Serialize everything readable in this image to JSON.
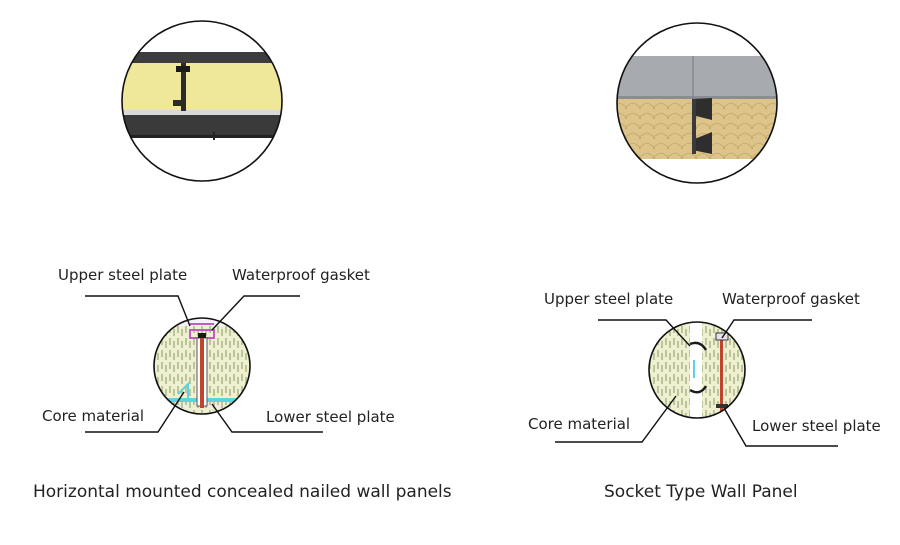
{
  "left_panel": {
    "labels": {
      "upper_steel_plate": "Upper steel plate",
      "waterproof_gasket": "Waterproof gasket",
      "core_material": "Core material",
      "lower_steel_plate": "Lower steel plate"
    },
    "caption": "Horizontal mounted concealed nailed wall panels"
  },
  "right_panel": {
    "labels": {
      "upper_steel_plate": "Upper steel plate",
      "waterproof_gasket": "Waterproof gasket",
      "core_material": "Core material",
      "lower_steel_plate": "Lower steel plate"
    },
    "caption": "Socket Type Wall Panel"
  },
  "colors": {
    "core_yellow": "#efe79a",
    "rockwool": "#dcc48a",
    "steel_dark": "#3d3d3d",
    "steel_grey": "#a7aaae",
    "gasket_purple": "#c25bc4",
    "nail_red": "#c0452a",
    "plate_cyan": "#5fd2e0",
    "core_section": "#eef0d0"
  }
}
